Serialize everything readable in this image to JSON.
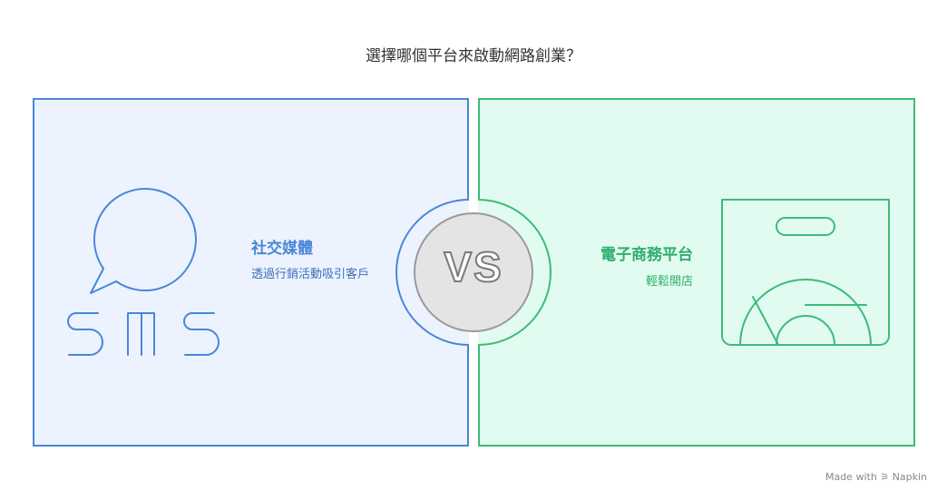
{
  "title": "選擇哪個平台來啟動網路創業？",
  "left": {
    "heading": "社交媒體",
    "description": "透過行銷活動吸引客戶",
    "icon": "sms-chat-bubble-icon",
    "icon_text": "SMS",
    "color": "#4a86d8"
  },
  "right": {
    "heading": "電子商務平台",
    "description": "輕鬆開店",
    "icon": "shopping-bag-icon",
    "color": "#3dbb7a"
  },
  "vs_label": "VS",
  "footer": "Made with ⚞ Napkin"
}
